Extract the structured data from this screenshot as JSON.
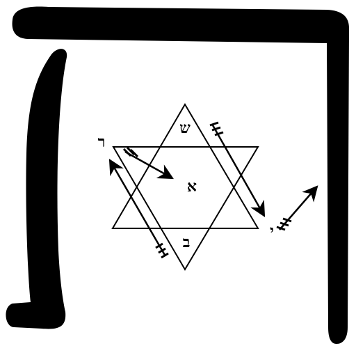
{
  "labels": {
    "shin": "ש",
    "aleph": "א",
    "bet": "ב",
    "resh": "ר",
    "yod": "י"
  },
  "colors": {
    "ink": "#000000",
    "background": "#ffffff"
  }
}
